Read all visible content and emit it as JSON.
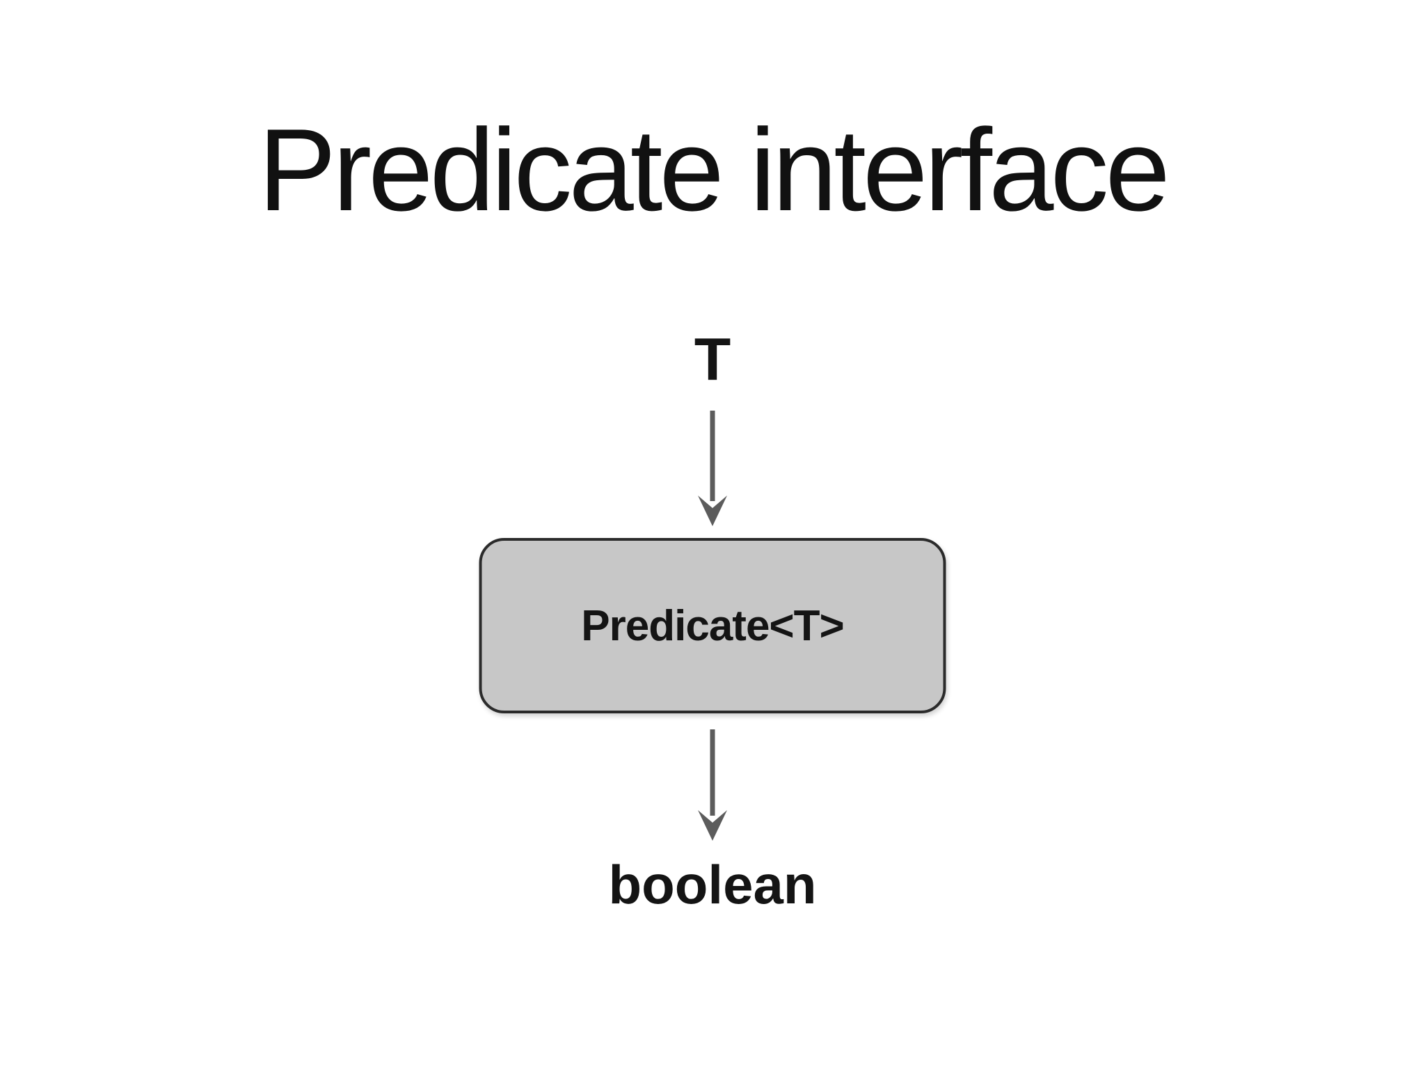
{
  "slide": {
    "title": "Predicate interface",
    "diagram": {
      "input_label": "T",
      "node_label": "Predicate<T>",
      "output_label": "boolean",
      "colors": {
        "background": "#ffffff",
        "title_text": "#111111",
        "label_text": "#141414",
        "node_fill": "#c7c7c7",
        "node_border": "#2b2b2b",
        "arrow": "#5c5c5c"
      }
    }
  }
}
